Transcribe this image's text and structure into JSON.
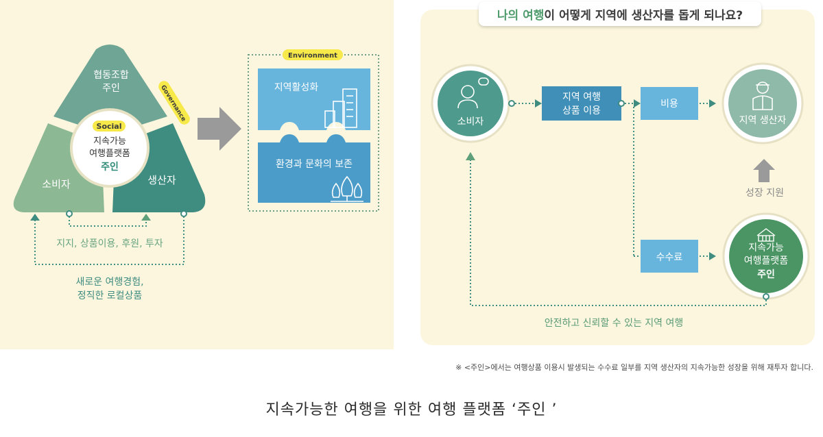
{
  "left": {
    "top_label": [
      "협동조합",
      "주인"
    ],
    "social_badge": "Social",
    "center_label": [
      "지속가능",
      "여행플랫폼",
      "주인"
    ],
    "consumer_label": "소비자",
    "producer_label": "생산자",
    "governance_badge": "Governance",
    "support_text": "지지, 상품이용, 후원, 투자",
    "experience_text": [
      "새로운 여행경험,",
      "정직한 로컬상품"
    ]
  },
  "environment": {
    "badge": "Environment",
    "block1": "지역활성화",
    "block2": "환경과 문화의 보존"
  },
  "right": {
    "question_highlight": "나의 여행",
    "question_rest": "이 어떻게 지역에 생산자를 돕게 되나요?",
    "consumer": "소비자",
    "use_box": [
      "지역 여행",
      "상품 이용"
    ],
    "cost_box": "비용",
    "fee_box": "수수료",
    "local_producer": "지역 생산자",
    "growth_support": "성장 지원",
    "platform": [
      "지속가능",
      "여행플랫폼",
      "주인"
    ],
    "bottom_text": "안전하고 신뢰할 수 있는 지역 여행"
  },
  "footnote": "※ <주인>에서는 여행상품 이용시 발생되는 수수료 일부를 지역 생산자의 지속가능한 성장을 위해 재투자 합니다.",
  "caption": "지속가능한 여행을 위한 여행 플랫폼 ‘주인 ’",
  "colors": {
    "teal_dark": "#3f8c80",
    "teal_mid": "#6fa595",
    "green_consumer": "#8cb894",
    "blue_box": "#4b9cc8",
    "blue_light": "#67b4dc",
    "platform_green": "#4a9563",
    "bg": "#fbf6dd",
    "yellow": "#f7e94a"
  }
}
